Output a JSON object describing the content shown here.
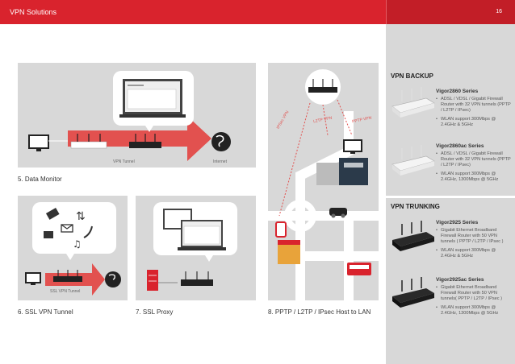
{
  "header": {
    "title": "VPN Solutions",
    "page_number": "16"
  },
  "panels": {
    "data_monitor": {
      "caption": "5. Data Monitor",
      "tunnel_label": "VPN Tunnel",
      "internet_label": "Internet"
    },
    "ssl_tunnel": {
      "caption": "6. SSL VPN Tunnel",
      "tunnel_label": "SSL VPN Tunnel"
    },
    "ssl_proxy": {
      "caption": "7. SSL Proxy"
    },
    "pptp": {
      "caption": "8. PPTP / L2TP / IPsec Host to LAN",
      "ipsec_label": "IPSec VPN",
      "l2tp_label": "L2TP VPN",
      "pptp_label": "PPTP VPN"
    }
  },
  "sidebar": {
    "backup": {
      "heading": "VPN BACKUP",
      "products": [
        {
          "name": "Vigor2860 Series",
          "bullets": [
            "ADSL / VDSL / Gigabit Firewall Router with 32 VPN tunnels (PPTP / L2TP / IPsec)",
            "WLAN support 300Mbps @ 2.4GHz & 5GHz"
          ]
        },
        {
          "name": "Vigor2860ac Series",
          "bullets": [
            "ADSL / VDSL / Gigabit Firewall Router with 32 VPN tunnels (PPTP / L2TP / IPsec)",
            "WLAN support 300Mbps @ 2.4GHz, 1300Mbps @ 5GHz"
          ]
        }
      ]
    },
    "trunking": {
      "heading": "VPN TRUNKING",
      "products": [
        {
          "name": "Vigor2925 Series",
          "bullets": [
            "Gigabit Ethernet Broadband Firewall Router with 50 VPN tunnels ( PPTP / L2TP / IPsec )",
            "WLAN support 300Mbps @ 2.4GHz & 5GHz"
          ]
        },
        {
          "name": "Vigor2925ac Series",
          "bullets": [
            "Gigabit Ethernet Broadband Firewall Router with 50 VPN tunnels( PPTP / L2TP / IPsec )",
            "WLAN support 300Mbps @ 2.4GHz, 1300Mbps @ 5GHz"
          ]
        }
      ]
    }
  },
  "colors": {
    "brand_red": "#d9232d",
    "panel_grey": "#d8d8d8",
    "arrow_red": "#e2514f",
    "sidebar_grey": "#d8d8d8"
  },
  "icons": [
    "router-icon",
    "monitor-icon",
    "globe-icon",
    "laptop-icon",
    "shop-icon",
    "bus-icon",
    "car-icon",
    "phone-icon",
    "music-icon",
    "mail-icon"
  ]
}
